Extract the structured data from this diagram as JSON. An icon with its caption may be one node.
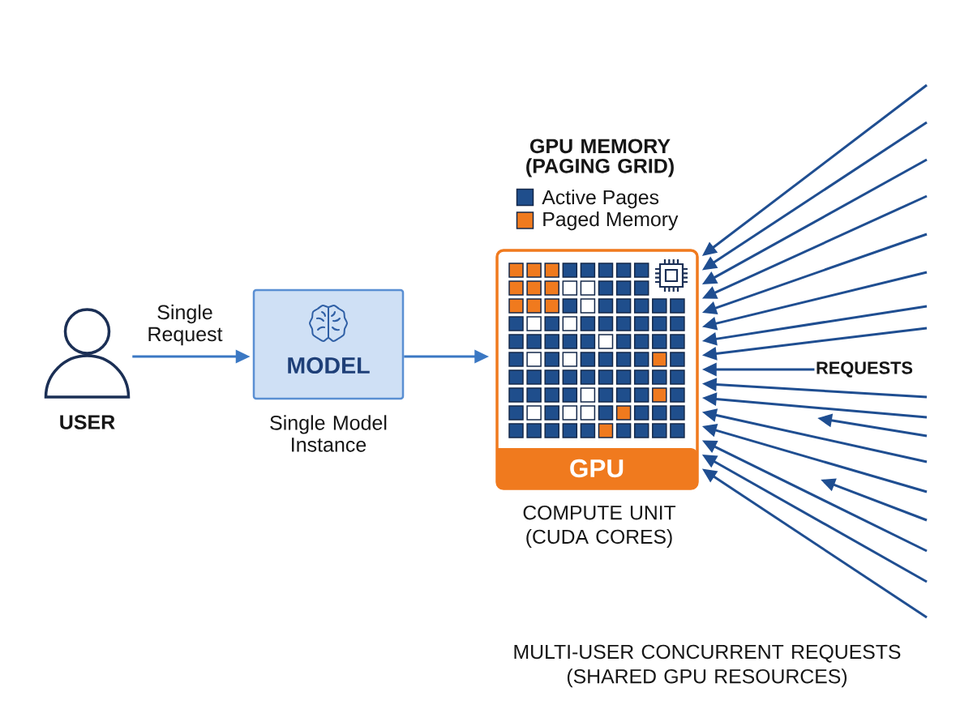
{
  "diagram": {
    "nodes": [
      {
        "text": [
          "USER"
        ]
      },
      {
        "text": [
          "MODEL"
        ],
        "beside": [
          "Single Model Instance"
        ]
      },
      {
        "text": [
          "GPU"
        ],
        "beside": [
          "GPU MEMORY (PAGING GRID)",
          "COMPUTE UNIT (CUDA CORES)"
        ]
      },
      {
        "text": [
          "REQUESTS"
        ]
      }
    ],
    "edges": [
      {
        "from": 0,
        "to": 1,
        "arrow": "to",
        "label": "Single Request",
        "color": "#3b78c3"
      },
      {
        "from": 1,
        "to": 2,
        "arrow": "to",
        "color": "#3b78c3"
      },
      {
        "from": 3,
        "to": 2,
        "arrow": "to"
      },
      {
        "from": null,
        "to": 2,
        "arrow": "to"
      },
      {
        "from": null,
        "to": 2,
        "arrow": "to"
      },
      {
        "from": null,
        "to": 2,
        "arrow": "to"
      },
      {
        "from": null,
        "to": 2,
        "arrow": "to"
      },
      {
        "from": null,
        "to": 2,
        "arrow": "to"
      },
      {
        "from": null,
        "to": 2,
        "arrow": "to"
      },
      {
        "from": null,
        "to": 2,
        "arrow": "to"
      },
      {
        "from": null,
        "to": 2,
        "arrow": "to"
      },
      {
        "from": null,
        "to": 2,
        "arrow": "to"
      },
      {
        "from": null,
        "to": 2,
        "arrow": "to"
      },
      {
        "from": null,
        "to": 2,
        "arrow": "to"
      },
      {
        "from": null,
        "to": 2,
        "arrow": "to"
      },
      {
        "from": null,
        "to": 2,
        "arrow": "to"
      },
      {
        "from": null,
        "to": 2,
        "arrow": "to"
      },
      {
        "from": null,
        "to": 2,
        "arrow": "to"
      }
    ],
    "labels": [
      "MULTI-USER CONCURRENT REQUESTS (SHARED GPU RESOURCES)"
    ],
    "legend": [
      {
        "text": "Active Pages",
        "color": "#1f4e8c"
      },
      {
        "text": "Paged Memory",
        "color": "#f07a1e"
      }
    ]
  }
}
